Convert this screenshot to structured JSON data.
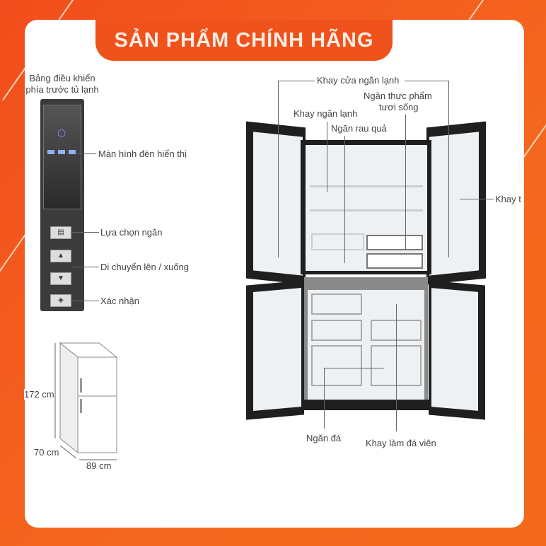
{
  "banner": {
    "title": "SẢN PHẨM CHÍNH HÃNG"
  },
  "control_panel": {
    "title_line1": "Bảng điều khiển",
    "title_line2": "phía trước tủ lạnh",
    "display": "Màn hình đèn hiển thị",
    "select": "Lựa chọn ngăn",
    "move": "Di chuyển lên / xuống",
    "confirm": "Xác nhận"
  },
  "dimensions": {
    "height": "172 cm",
    "depth": "70 cm",
    "width": "89 cm"
  },
  "fridge_labels": {
    "door_tray": "Khay cửa ngăn lạnh",
    "fresh_food_line1": "Ngăn thực phẩm",
    "fresh_food_line2": "tươi sống",
    "fridge_tray": "Khay ngăn lạnh",
    "vegetable": "Ngăn rau quả",
    "side_tray": "Khay t",
    "freezer": "Ngăn đá",
    "ice_tray": "Khay làm đá viên"
  }
}
